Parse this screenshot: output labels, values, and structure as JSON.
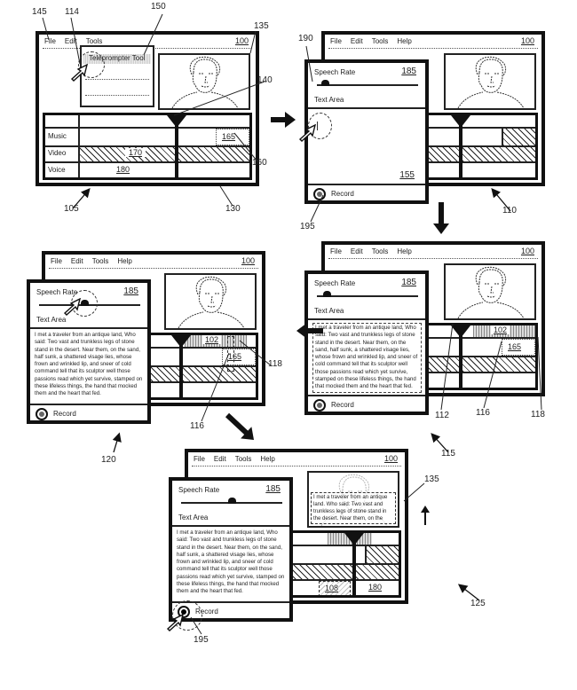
{
  "menu": [
    "File",
    "Edit",
    "Tools",
    "Help"
  ],
  "window_ref": "100",
  "timeline_labels": [
    "Music",
    "Video",
    "Voice"
  ],
  "dropdown": {
    "selected": "Teleprompter Tool"
  },
  "dialog": {
    "speech_rate": "Speech Rate",
    "speech_rate_ref": "185",
    "text_area": "Text Area",
    "text_area_ref": "155",
    "record": "Record"
  },
  "script_text": "I met a traveler from an antique land, Who said: Two vast and trunkless legs of stone stand in the desert. Near them, on the sand, half sunk, a shattered visage lies, whose frown and wrinkled lip, and sneer of cold command tell that its sculptor well those passions read which yet survive, stamped on these lifeless things, the hand that mocked them and the heart that fed.",
  "overlay_text": "I met a traveler from an antique land. Who said: Two vast and trunkless legs of stone stand in the desert. Near them, on the",
  "blocks": {
    "music": "165",
    "video": "170",
    "voice": "180",
    "ruler": "102",
    "recorded": "108"
  },
  "slider_positions": {
    "fig110": 0.08,
    "fig115": 0.1,
    "fig120": 0.45,
    "fig125": 0.5
  },
  "refs": [
    "145",
    "114",
    "150",
    "135",
    "140",
    "160",
    "105",
    "130",
    "190",
    "110",
    "195",
    "112",
    "116",
    "118",
    "115",
    "116",
    "118",
    "120",
    "135",
    "125",
    "195"
  ]
}
